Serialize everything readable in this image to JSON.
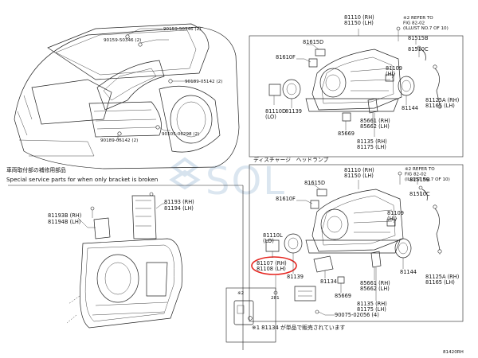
{
  "vehicle_view": {
    "callouts": [
      "90159-50346 (2)",
      "90159-50346 (2)",
      "90189-05142 (2)",
      "90105-06298 (2)",
      "90189-05142 (2)"
    ]
  },
  "service_parts": {
    "title_jp": "車両取付部の補修用部品",
    "title_en": "Special service parts for when only bracket is broken",
    "callouts": [
      "81193 (RH)",
      "81194 (LH)",
      "81193B (RH)",
      "81194B (LH)"
    ],
    "inset_number": "※2"
  },
  "upper_box": {
    "top_callout": "81110 (RH)\n81150 (LH)",
    "refer": "※2 REFER TO\nFIG 82-02\n(ILLUST NO.7 OF 10)",
    "callouts": {
      "c81615D": "81615D",
      "c81610F": "81610F",
      "c81515B": "81515B",
      "c81510C": "81510C",
      "c81110D": "81110D\n(LO)",
      "c81109": "81109\n(HI)",
      "c81139": "81139",
      "c85669": "85669",
      "c85661": "85661 (RH)\n85662 (LH)",
      "c81144": "81144",
      "c81125": "81125A (RH)\n81165 (LH)",
      "c81135": "81135 (RH)\n81175 (LH)"
    }
  },
  "lower_box": {
    "section_title": "ディスチャージ　ヘッドランプ",
    "top_callout": "81110 (RH)\n81150 (LH)",
    "refer": "※2 REFER TO\nFIG 82-02\n(ILLUST NO.7 OF 10)",
    "callouts": {
      "c81615D": "81615D",
      "c81610F": "81610F",
      "c81515B": "81515B",
      "c81510C": "81510C",
      "c81110L": "81110L\n(LO)",
      "c81109": "81109\n(HI)",
      "c81107": "81107 (RH)\n81108 (LH)",
      "c81139": "81139",
      "c81134": "81134",
      "c85669": "85669",
      "c85661": "85661 (RH)\n85662 (LH)",
      "c81144": "81144",
      "c81125": "81125A (RH)\n81165 (LH)",
      "c81135": "81135 (RH)\n81175 (LH)",
      "c90075": "90075-02056 (4)",
      "c281": "281"
    },
    "footnote": "※1  81134 が単品で販売されています"
  },
  "watermark": "SOL",
  "figure_code": "81420RH",
  "colors": {
    "highlight": "#e5251f",
    "line": "#222222",
    "watermark": "#dbe6f0"
  }
}
